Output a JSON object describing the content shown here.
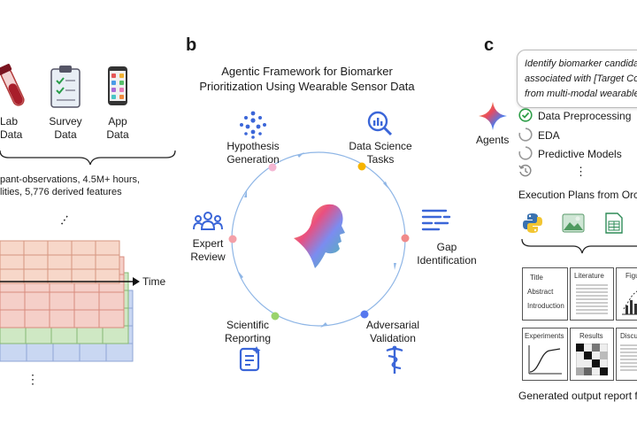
{
  "panel_a": {
    "sources": [
      "Lab Data",
      "Survey\nData",
      "App Data"
    ],
    "summary_line1": "pant-observations, 4.5M+ hours,",
    "summary_line2": "lities, 5,776 derived features",
    "time_label": "Time",
    "vdots": "⋮"
  },
  "panel_b": {
    "letter": "b",
    "title_line1": "Agentic Framework for Biomarker",
    "title_line2": "Prioritization Using Wearable Sensor Data",
    "nodes": [
      {
        "label": "Hypothesis\nGeneration",
        "icon": "hypothesis-dots-icon",
        "color": "#f4b6d2"
      },
      {
        "label": "Data Science\nTasks",
        "icon": "magnifier-chart-icon",
        "color": "#f6b400"
      },
      {
        "label": "Gap\nIdentification",
        "icon": "gap-lines-icon",
        "color": "#f08a8a"
      },
      {
        "label": "Adversarial\nValidation",
        "icon": "caduceus-icon",
        "color": "#5577ee"
      },
      {
        "label": "Scientific\nReporting",
        "icon": "report-doc-icon",
        "color": "#9ad36b"
      },
      {
        "label": "Expert\nReview",
        "icon": "people-group-icon",
        "color": "#f4a0a8"
      }
    ]
  },
  "panel_c": {
    "letter": "c",
    "prompt_line1": "Identify biomarker candidate",
    "prompt_line2": "associated with [Target Con",
    "prompt_line3": "from multi-modal wearable",
    "agents_label": "Agents",
    "steps": [
      {
        "label": "Data Preprocessing",
        "state": "done"
      },
      {
        "label": "EDA",
        "state": "pending"
      },
      {
        "label": "Predictive Models",
        "state": "pending"
      }
    ],
    "more": "⋮",
    "plans_label": "Execution Plans from Orchest",
    "report_cards": {
      "title_card": [
        "Title",
        "Abstract",
        "Introduction"
      ],
      "literature": "Literature",
      "figures": "Figu",
      "experiments": "Experiments",
      "results": "Results",
      "discussion": "Discu"
    },
    "footer": "Generated output report for e"
  }
}
